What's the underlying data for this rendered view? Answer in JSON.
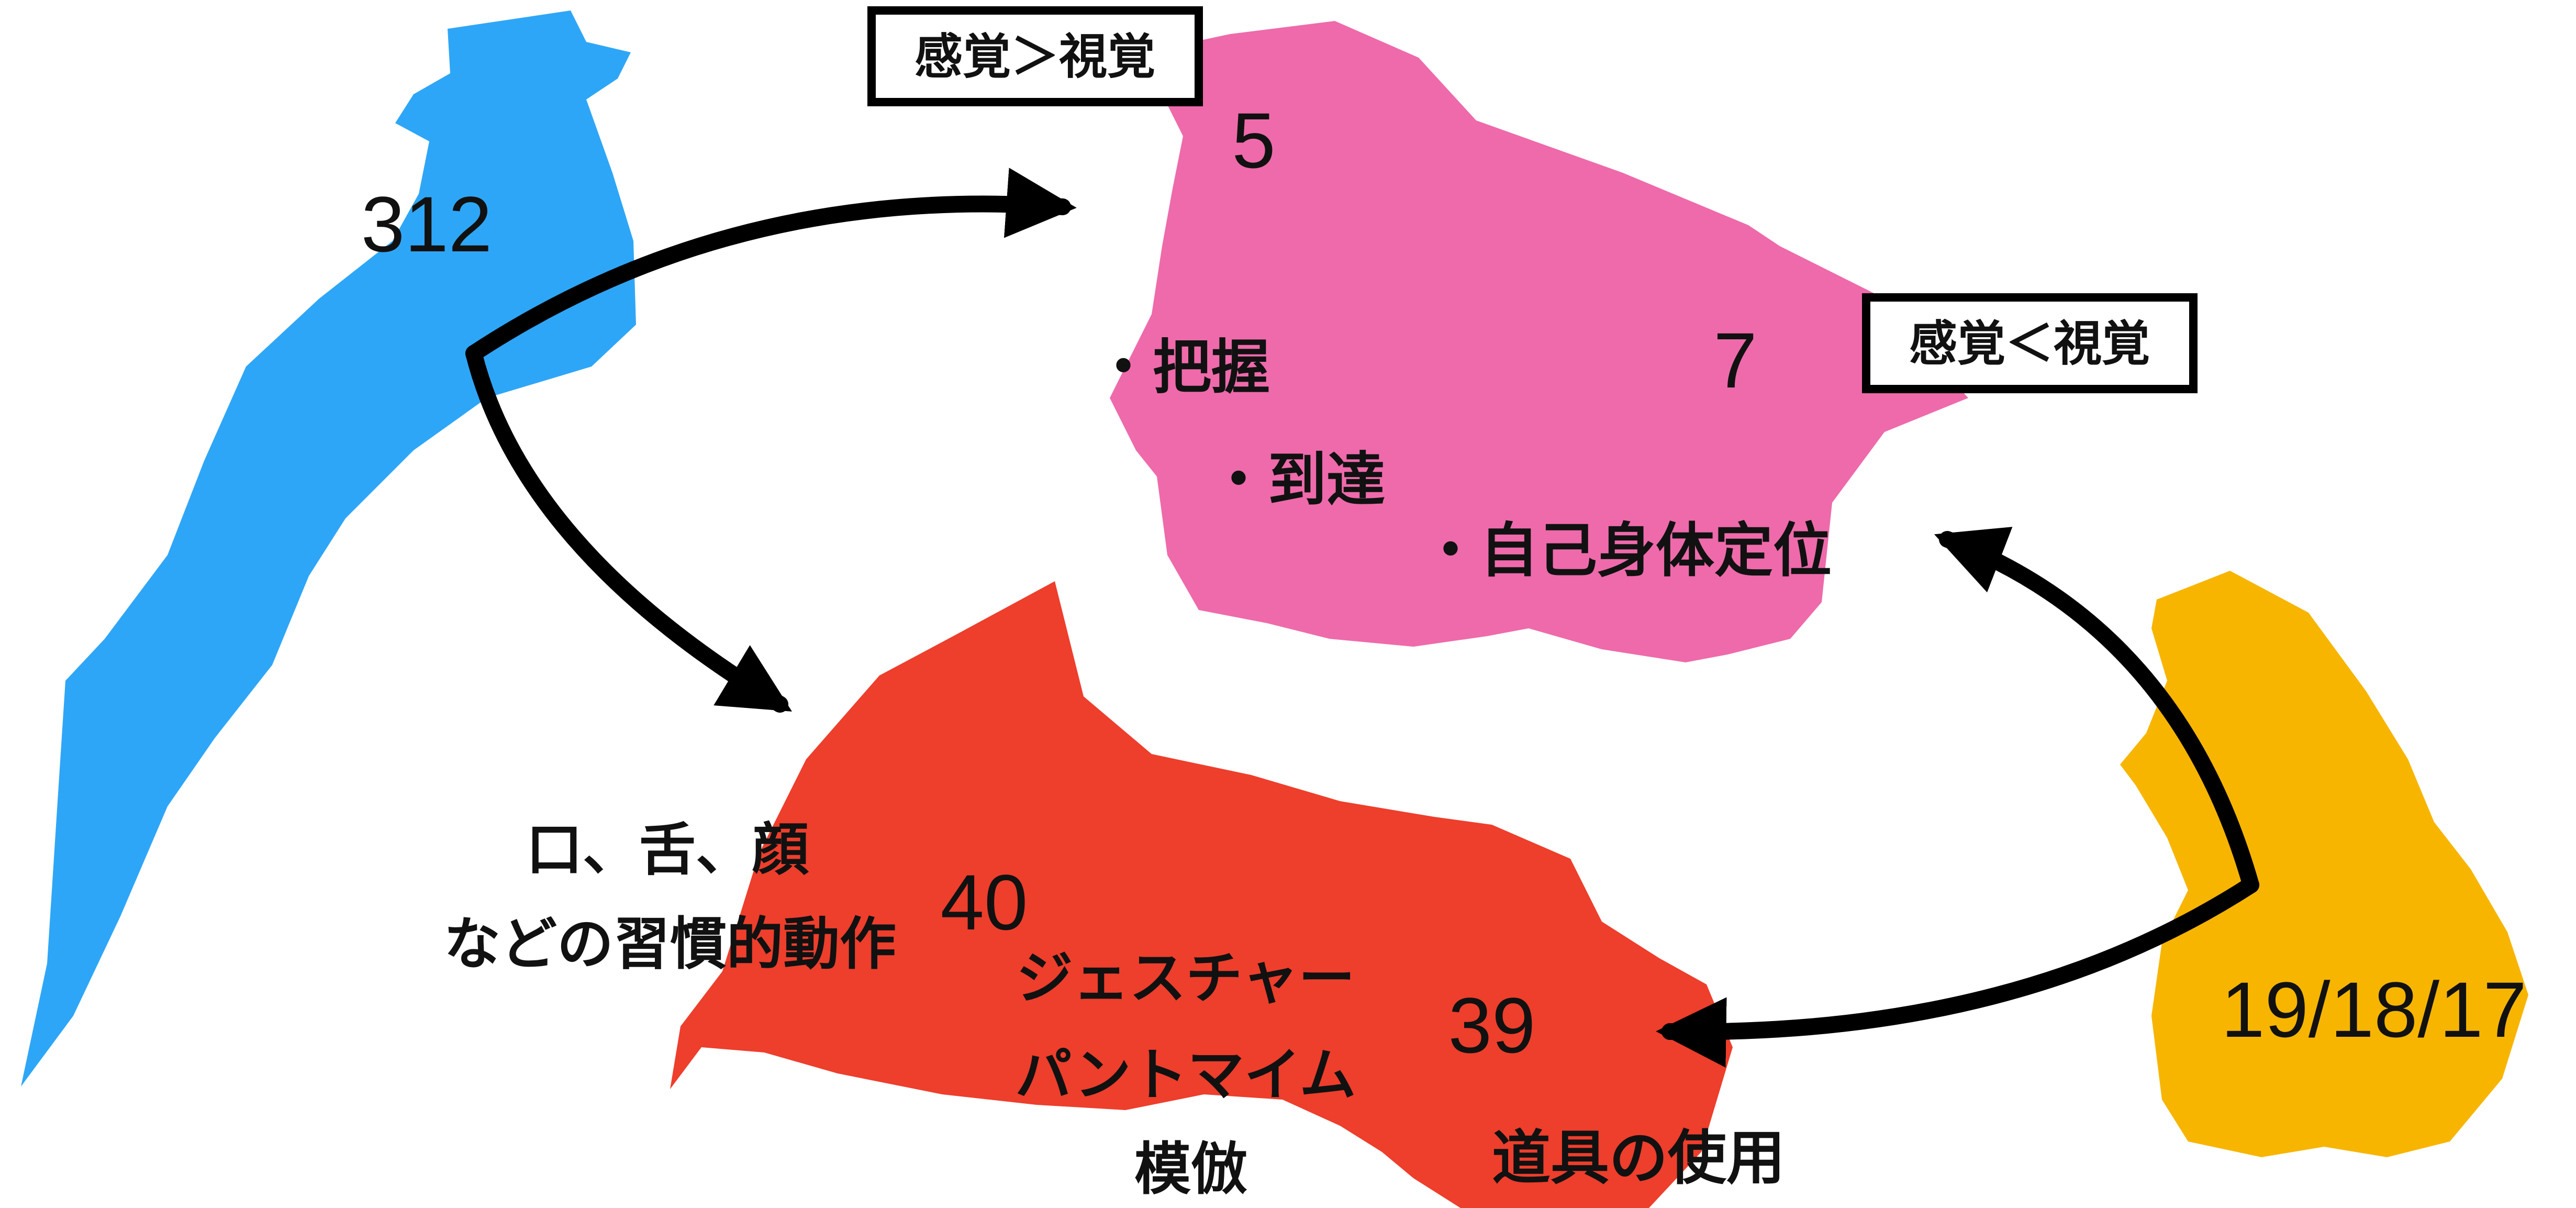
{
  "colors": {
    "blue_region": "#2ea6f7",
    "pink_region": "#ee6aab",
    "red_region": "#ee3e2c",
    "yellow_region": "#f7b500",
    "arrow": "#000000",
    "text": "#111111",
    "box_border": "#000000",
    "box_fill": "#ffffff"
  },
  "numbers": {
    "blue": "312",
    "pink_top": "5",
    "pink_right": "7",
    "red_left": "40",
    "red_right": "39",
    "yellow": "19/18/17"
  },
  "boxes": {
    "top": "感覚＞視覚",
    "right": "感覚＜視覚"
  },
  "pink_items": [
    "・把握",
    "・到達",
    "・自己身体定位"
  ],
  "left_caption": [
    "口、舌、顔",
    "などの習慣的動作"
  ],
  "red_items": [
    "ジェスチャー",
    "パントマイム",
    "模倣"
  ],
  "tool_use": "道具の使用",
  "icons": {
    "arrow_blue_to_pink": "curved-arrow-icon",
    "arrow_blue_to_red": "curved-arrow-icon",
    "arrow_yellow_to_pink": "curved-arrow-icon",
    "arrow_yellow_to_red": "curved-arrow-icon"
  }
}
